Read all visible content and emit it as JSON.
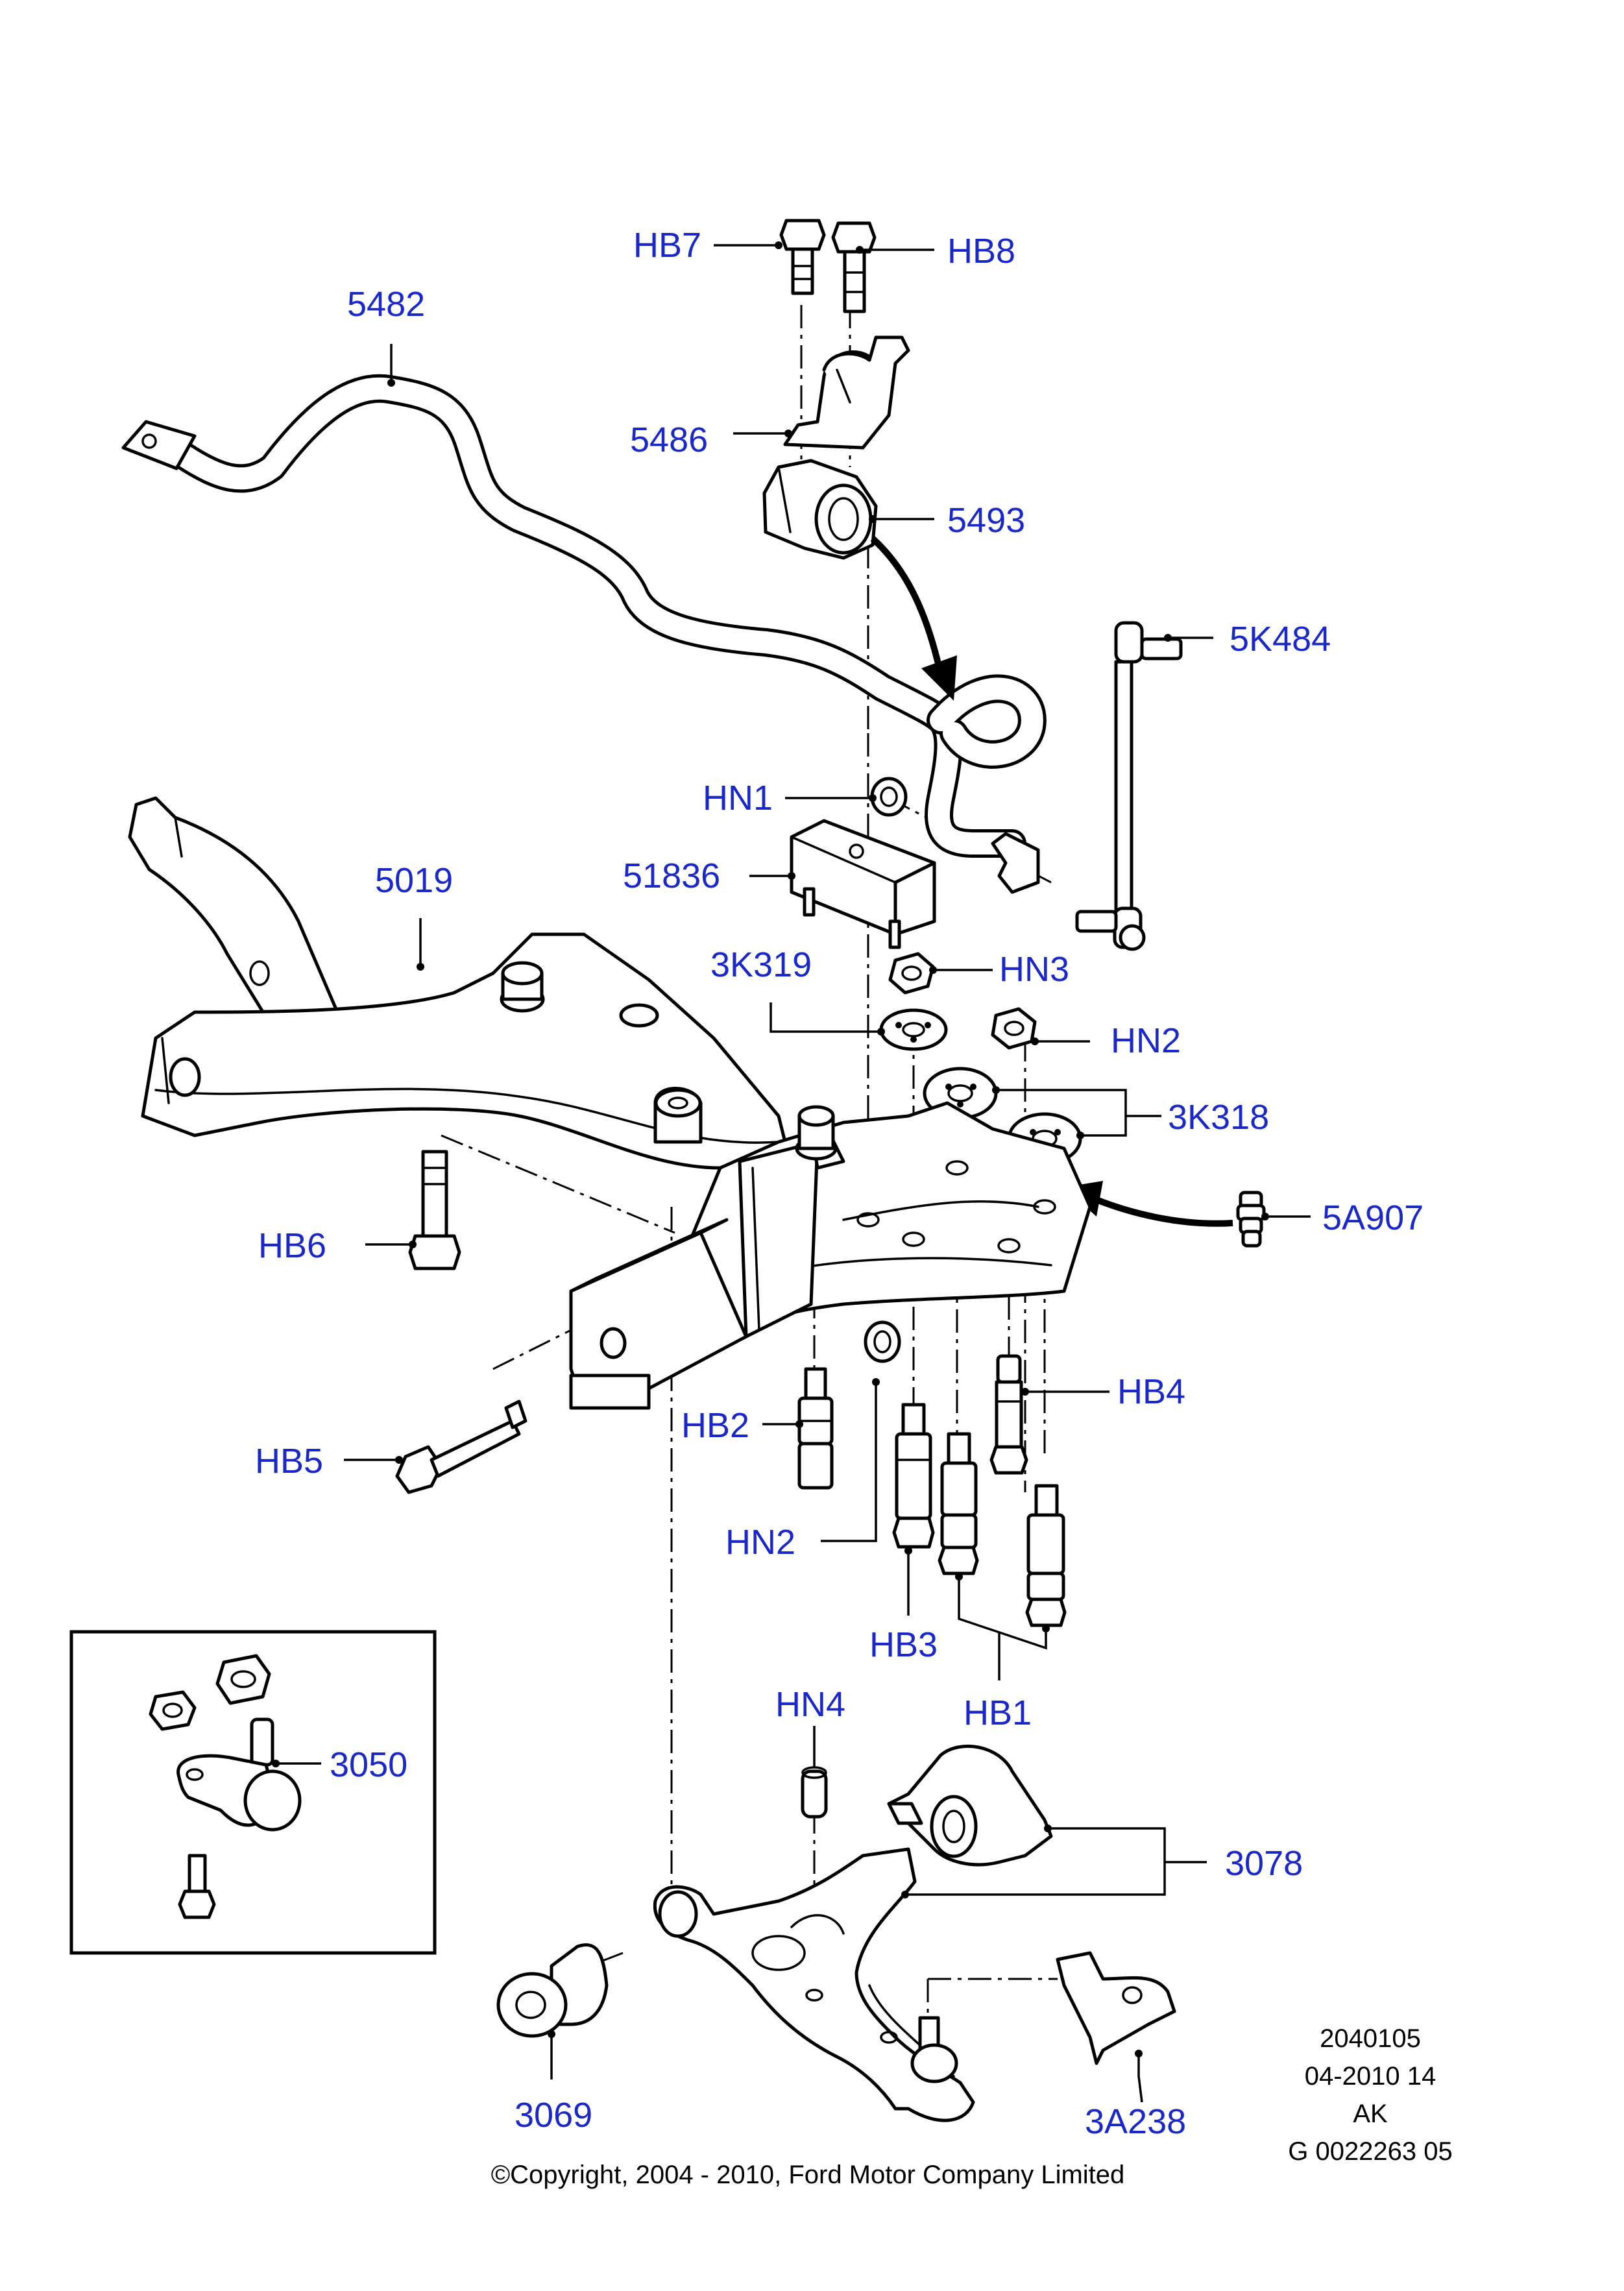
{
  "labels": {
    "hb7": "HB7",
    "hb8": "HB8",
    "p5482": "5482",
    "p5486": "5486",
    "p5493": "5493",
    "p5k484": "5K484",
    "hn1": "HN1",
    "p51836": "51836",
    "p5019": "5019",
    "p3k319": "3K319",
    "hn3": "HN3",
    "hn2_top": "HN2",
    "p3k318": "3K318",
    "p5a907": "5A907",
    "hb6": "HB6",
    "hb4": "HB4",
    "hb2": "HB2",
    "hb5": "HB5",
    "hn2_bottom": "HN2",
    "hb3": "HB3",
    "hb1": "HB1",
    "hn4": "HN4",
    "p3050": "3050",
    "p3078": "3078",
    "p3069": "3069",
    "p3a238": "3A238"
  },
  "footer": {
    "ref_line1": "2040105",
    "ref_line2": "04-2010 14",
    "ref_line3": "AK",
    "ref_line4": "G 0022263 05",
    "copyright": "©Copyright, 2004 - 2010, Ford Motor Company Limited"
  },
  "colors": {
    "label": "#1a28c8",
    "line": "#000000",
    "background": "#ffffff"
  }
}
